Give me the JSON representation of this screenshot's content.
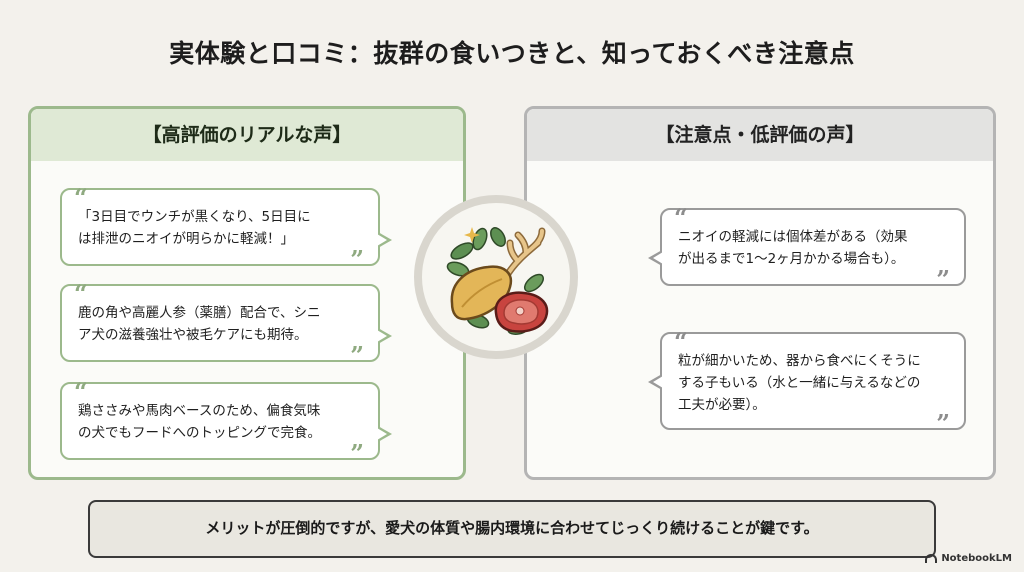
{
  "title": "実体験と口コミ：抜群の食いつきと、知っておくべき注意点",
  "left_panel": {
    "header": "【高評価のリアルな声】",
    "quotes": [
      {
        "line1": "「3日目でウンチが黒くなり、5日目に",
        "line2": "は排泄のニオイが明らかに軽減！」"
      },
      {
        "line1": "鹿の角や高麗人参（薬膳）配合で、シニ",
        "line2": "ア犬の滋養強壮や被毛ケアにも期待。"
      },
      {
        "line1": "鶏ささみや馬肉ベースのため、偏食気味",
        "line2": "の犬でもフードへのトッピングで完食。"
      }
    ]
  },
  "right_panel": {
    "header": "【注意点・低評価の声】",
    "quotes": [
      {
        "line1": "ニオイの軽減には個体差がある（効果",
        "line2": "が出るまで1～2ヶ月かかる場合も）。"
      },
      {
        "line1": "粒が細かいため、器から食べにくそうに",
        "line2": "する子もいる（水と一緒に与えるなどの",
        "line3": "工夫が必要）。"
      }
    ]
  },
  "banner": "メリットが圧倒的ですが、愛犬の体質や腸内環境に合わせてじっくり続けることが鍵です。",
  "brand": "NotebookLM",
  "icons": {
    "quote_open": "“",
    "quote_close": "”",
    "center_illustration": "chicken-venison-meat-herbs-icon",
    "brand_icon": "notebooklm-logo-icon"
  },
  "colors": {
    "background": "#f3f1ec",
    "positive_accent": "#9cb98c",
    "negative_accent": "#b4b4b4"
  }
}
